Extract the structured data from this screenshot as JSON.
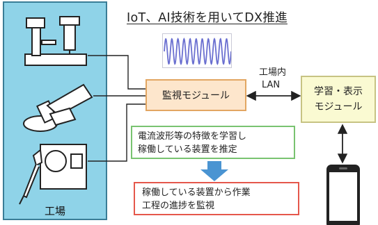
{
  "title": "IoT、AI技術を用いてDX推進",
  "factory": {
    "label": "工場"
  },
  "monitor_module": {
    "label": "監視モジュール"
  },
  "network": {
    "line1": "工場内",
    "line2": "LAN"
  },
  "learning_module": {
    "line1": "学習・表示",
    "line2": "モジュール"
  },
  "learning_box": {
    "line1": "電流波形等の特徴を学習し",
    "line2": "稼働している装置を推定"
  },
  "result_box": {
    "line1": "稼働している装置から作業",
    "line2": "工程の進捗を監視"
  },
  "colors": {
    "factory_fill": "#8fd3e8",
    "monitor_fill": "#fde6cc",
    "learning_fill": "#fafad2",
    "green_border": "#79c370",
    "red_border": "#e5574b",
    "arrow_blue": "#4a94d2",
    "wave": "#6a6fd0"
  },
  "icons": [
    "machine-tool-icon",
    "robot-arm-icon",
    "power-meter-icon",
    "smartphone-icon",
    "waveform-icon"
  ]
}
